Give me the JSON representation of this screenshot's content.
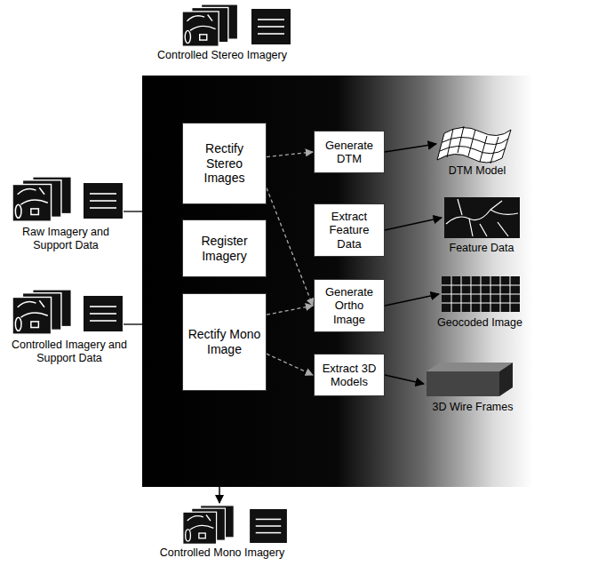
{
  "diagram": {
    "nodes": [
      {
        "text": [
          "Controlled Stereo Imagery"
        ]
      },
      {
        "text": [
          "Raw Imagery and Support Data"
        ]
      },
      {
        "text": [
          "Controlled Imagery and Support Data"
        ]
      },
      {
        "text": [
          "Rectify Stereo Images"
        ]
      },
      {
        "text": [
          "Register Imagery"
        ]
      },
      {
        "text": [
          "Rectify Mono Image"
        ]
      },
      {
        "text": [
          "Generate DTM"
        ]
      },
      {
        "text": [
          "Extract Feature Data"
        ]
      },
      {
        "text": [
          "Generate Ortho Image"
        ]
      },
      {
        "text": [
          "Extract 3D Models"
        ]
      },
      {
        "text": [
          "DTM Model"
        ]
      },
      {
        "text": [
          "Feature Data"
        ]
      },
      {
        "text": [
          "Geocoded Image"
        ]
      },
      {
        "text": [
          "3D Wire Frames"
        ]
      },
      {
        "text": [
          "Controlled Mono Imagery"
        ]
      }
    ],
    "edges": [
      {
        "from": 3,
        "to": 6,
        "arrow": "to"
      },
      {
        "from": 3,
        "to": 8,
        "arrow": "to"
      },
      {
        "from": 5,
        "to": 8,
        "arrow": "to"
      },
      {
        "from": 5,
        "to": 9,
        "arrow": "to"
      },
      {
        "from": 6,
        "to": 10,
        "arrow": "to"
      },
      {
        "from": 7,
        "to": 11,
        "arrow": "to"
      },
      {
        "from": 8,
        "to": 12,
        "arrow": "to"
      },
      {
        "from": 9,
        "to": 13,
        "arrow": "to"
      }
    ]
  }
}
